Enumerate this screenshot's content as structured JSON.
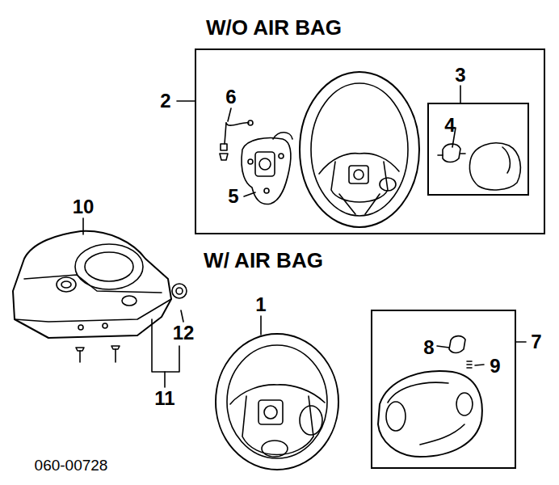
{
  "diagram": {
    "nodes": [
      {
        "text": [
          "W/O AIR BAG"
        ]
      },
      {
        "text": [
          "4"
        ],
        "in": 0
      },
      {
        "text": [
          "8",
          "9"
        ]
      }
    ],
    "labels": [
      "2",
      "6",
      "3",
      "5",
      "10",
      "W/ AIR BAG",
      "1",
      "12",
      "7",
      "11",
      "060-00728"
    ]
  }
}
